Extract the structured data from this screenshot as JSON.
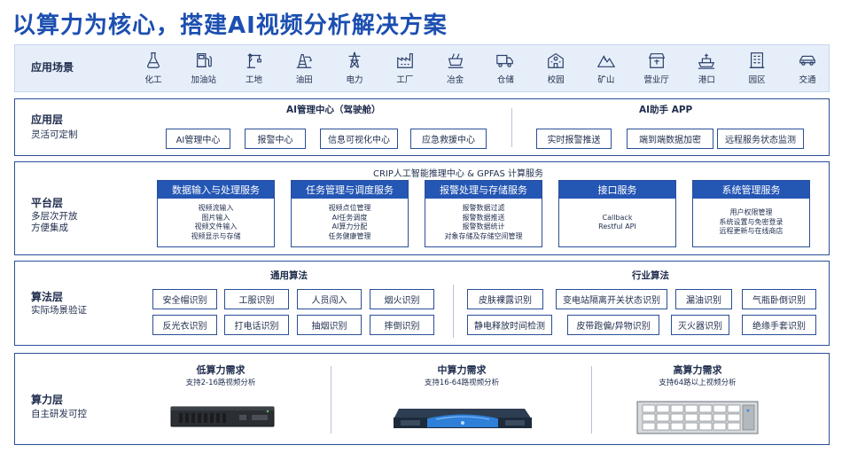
{
  "title": "以算力为核心，搭建AI视频分析解决方案",
  "scenarios": {
    "label": "应用场景",
    "items": [
      {
        "label": "化工",
        "icon": "flask-icon"
      },
      {
        "label": "加油站",
        "icon": "fuel-pump-icon"
      },
      {
        "label": "工地",
        "icon": "crane-icon"
      },
      {
        "label": "油田",
        "icon": "oil-derrick-icon"
      },
      {
        "label": "电力",
        "icon": "power-tower-icon"
      },
      {
        "label": "工厂",
        "icon": "factory-icon"
      },
      {
        "label": "冶金",
        "icon": "furnace-icon"
      },
      {
        "label": "仓储",
        "icon": "truck-icon"
      },
      {
        "label": "校园",
        "icon": "school-icon"
      },
      {
        "label": "矿山",
        "icon": "mountain-icon"
      },
      {
        "label": "营业厅",
        "icon": "shop-icon"
      },
      {
        "label": "港口",
        "icon": "ship-icon"
      },
      {
        "label": "园区",
        "icon": "building-icon"
      },
      {
        "label": "交通",
        "icon": "car-icon"
      }
    ]
  },
  "app_layer": {
    "name": "应用层",
    "sub": "灵活可定制",
    "left_title": "AI管理中心（驾驶舱）",
    "left_items": [
      "AI管理中心",
      "报警中心",
      "信息可视化中心",
      "应急救援中心"
    ],
    "right_title": "AI助手 APP",
    "right_items": [
      "实时报警推送",
      "端到端数据加密",
      "远程服务状态监测"
    ]
  },
  "platform_layer": {
    "name": "平台层",
    "sub1": "多层次开放",
    "sub2": "方便集成",
    "title": "CRIP人工智能推理中心 & GPFAS 计算服务",
    "modules": [
      {
        "title": "数据输入与处理服务",
        "items": [
          "视频流输入",
          "图片输入",
          "视频文件输入",
          "视频显示与存储"
        ]
      },
      {
        "title": "任务管理与调度服务",
        "items": [
          "视频点位管理",
          "AI任务调度",
          "AI算力分配",
          "任务健康管理"
        ]
      },
      {
        "title": "报警处理与存储服务",
        "items": [
          "报警数据过滤",
          "报警数据推送",
          "报警数据统计",
          "对象存储及存储空间管理"
        ]
      },
      {
        "title": "接口服务",
        "items": [
          "Callback",
          "Restful API"
        ]
      },
      {
        "title": "系统管理服务",
        "items": [
          "用户权限管理",
          "系统设置与免密登录",
          "远程更新与在线商店"
        ]
      }
    ]
  },
  "algo_layer": {
    "name": "算法层",
    "sub": "实际场景验证",
    "general_title": "通用算法",
    "general_items": [
      "安全帽识别",
      "工服识别",
      "人员闯入",
      "烟火识别",
      "反光衣识别",
      "打电话识别",
      "抽烟识别",
      "摔倒识别"
    ],
    "industry_title": "行业算法",
    "industry_row1": [
      "皮肤裸露识别",
      "变电站隔离开关状态识别",
      "漏油识别",
      "气瓶卧倒识别"
    ],
    "industry_row2": [
      "静电释放时间检测",
      "皮带跑偏/异物识别",
      "灭火器识别",
      "绝缘手套识别"
    ]
  },
  "compute_layer": {
    "name": "算力层",
    "sub": "自主研发可控",
    "tiers": [
      {
        "title": "低算力需求",
        "desc": "支持2-16路视频分析"
      },
      {
        "title": "中算力需求",
        "desc": "支持16-64路视频分析"
      },
      {
        "title": "高算力需求",
        "desc": "支持64路以上视频分析"
      }
    ]
  }
}
